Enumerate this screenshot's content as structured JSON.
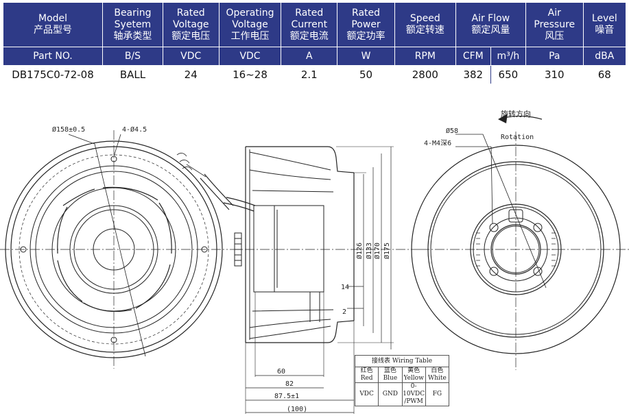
{
  "spec_table": {
    "headers": [
      {
        "en": "Model",
        "zh": "产品型号"
      },
      {
        "en": "Bearing Syetem",
        "zh": "轴承类型"
      },
      {
        "en": "Rated Voltage",
        "zh": "额定电压"
      },
      {
        "en": "Operating Voltage",
        "zh": "工作电压"
      },
      {
        "en": "Rated Current",
        "zh": "额定电流"
      },
      {
        "en": "Rated Power",
        "zh": "额定功率"
      },
      {
        "en": "Speed",
        "zh": "额定转速"
      },
      {
        "en": "Air Flow",
        "zh": "额定风量"
      },
      {
        "en": "Air Pressure",
        "zh": "风压"
      },
      {
        "en": "Level",
        "zh": "噪音"
      }
    ],
    "units": [
      "Part NO.",
      "B/S",
      "VDC",
      "VDC",
      "A",
      "W",
      "RPM",
      "CFM",
      "m³/h",
      "Pa",
      "dBA"
    ],
    "values": [
      "DB175C0-72-08",
      "BALL",
      "24",
      "16~28",
      "2.1",
      "50",
      "2800",
      "382",
      "650",
      "310",
      "68"
    ]
  },
  "drawing": {
    "front_view": {
      "dia_label": "Ø158±0.5",
      "holes_label": "4-Ø4.5"
    },
    "side_view": {
      "dims": [
        "Ø126",
        "Ø133",
        "Ø170",
        "Ø175"
      ],
      "dim_14": "14",
      "dim_2": "2",
      "len_60": "60",
      "len_82": "82",
      "len_87": "87.5±1",
      "len_100": "(100)"
    },
    "rear_view": {
      "rotation_cn": "旋转方向",
      "rotation_en": "Rotation",
      "dia_label": "Ø58",
      "holes_label": "4-M4深6"
    }
  },
  "wiring_table": {
    "title": "接线表 Wiring Table",
    "colors_cn": [
      "红色",
      "蓝色",
      "黄色",
      "白色"
    ],
    "colors_en": [
      "Red",
      "Blue",
      "Yellow",
      "White"
    ],
    "functions": [
      "VDC",
      "GND",
      "0-10VDC /PWM",
      "FG"
    ]
  },
  "colors": {
    "header_bg": "#2e3a87",
    "header_text": "#ffffff",
    "line": "#222222"
  }
}
